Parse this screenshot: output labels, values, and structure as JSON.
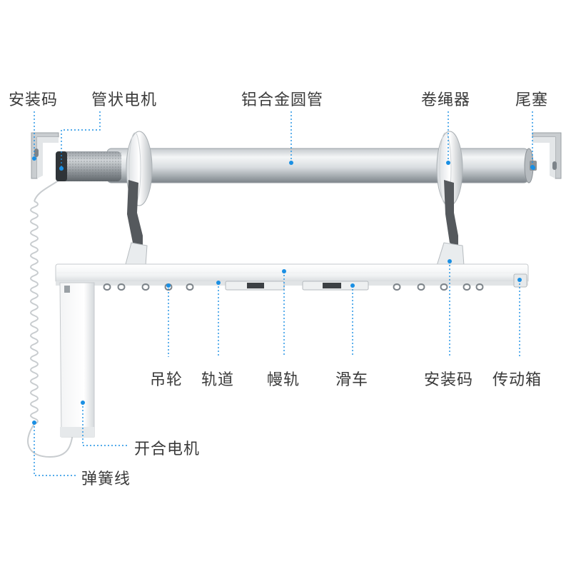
{
  "labels": {
    "mount_code_left": "安装码",
    "tubular_motor": "管状电机",
    "aluminum_tube": "铝合金圆管",
    "rope_winder": "卷绳器",
    "end_plug": "尾塞",
    "pulley": "吊轮",
    "track": "轨道",
    "valance_rail": "幔轨",
    "slider": "滑车",
    "mount_code_right": "安装码",
    "gearbox": "传动箱",
    "open_close_motor": "开合电机",
    "spring_cable": "弹簧线"
  },
  "colors": {
    "leader_line": "#1a8fe3",
    "label_text": "#3a3a3a",
    "tube_light": "#eceff1",
    "tube_dark": "#8e959b",
    "strap": "#55595d"
  }
}
